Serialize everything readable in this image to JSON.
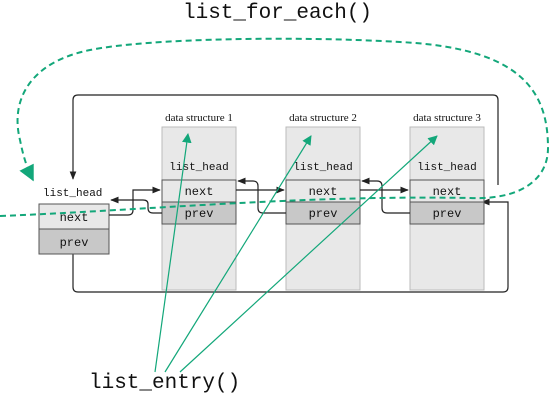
{
  "captions": {
    "top": "list_for_each()",
    "bottom": "list_entry()"
  },
  "head": {
    "label": "list_head",
    "next": "next",
    "prev": "prev"
  },
  "structures": [
    {
      "title": "data structure 1",
      "head": "list_head",
      "next": "next",
      "prev": "prev"
    },
    {
      "title": "data structure 2",
      "head": "list_head",
      "next": "next",
      "prev": "prev"
    },
    {
      "title": "data structure 3",
      "head": "list_head",
      "next": "next",
      "prev": "prev"
    }
  ],
  "colors": {
    "green": "#13a77a",
    "box_light": "#e8e8e8",
    "box_dark": "#c8c8c8",
    "border": "#555555",
    "line": "#222222"
  }
}
